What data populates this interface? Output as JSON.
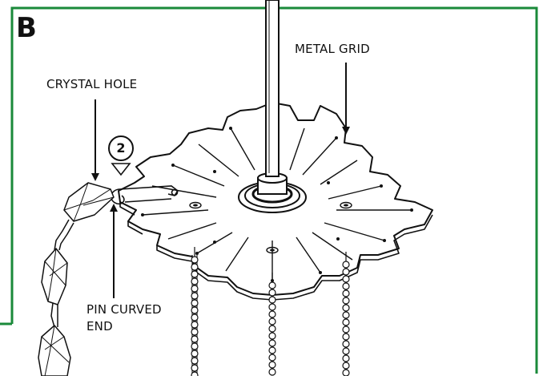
{
  "diagram": {
    "panel_letter": "B",
    "step_number": "2",
    "labels": {
      "metal_grid": "METAL GRID",
      "crystal_hole": "CRYSTAL HOLE",
      "pin_curved_line1": "PIN CURVED",
      "pin_curved_line2": "END"
    },
    "border_color": "#1a8a3a",
    "line_color": "#111111"
  }
}
